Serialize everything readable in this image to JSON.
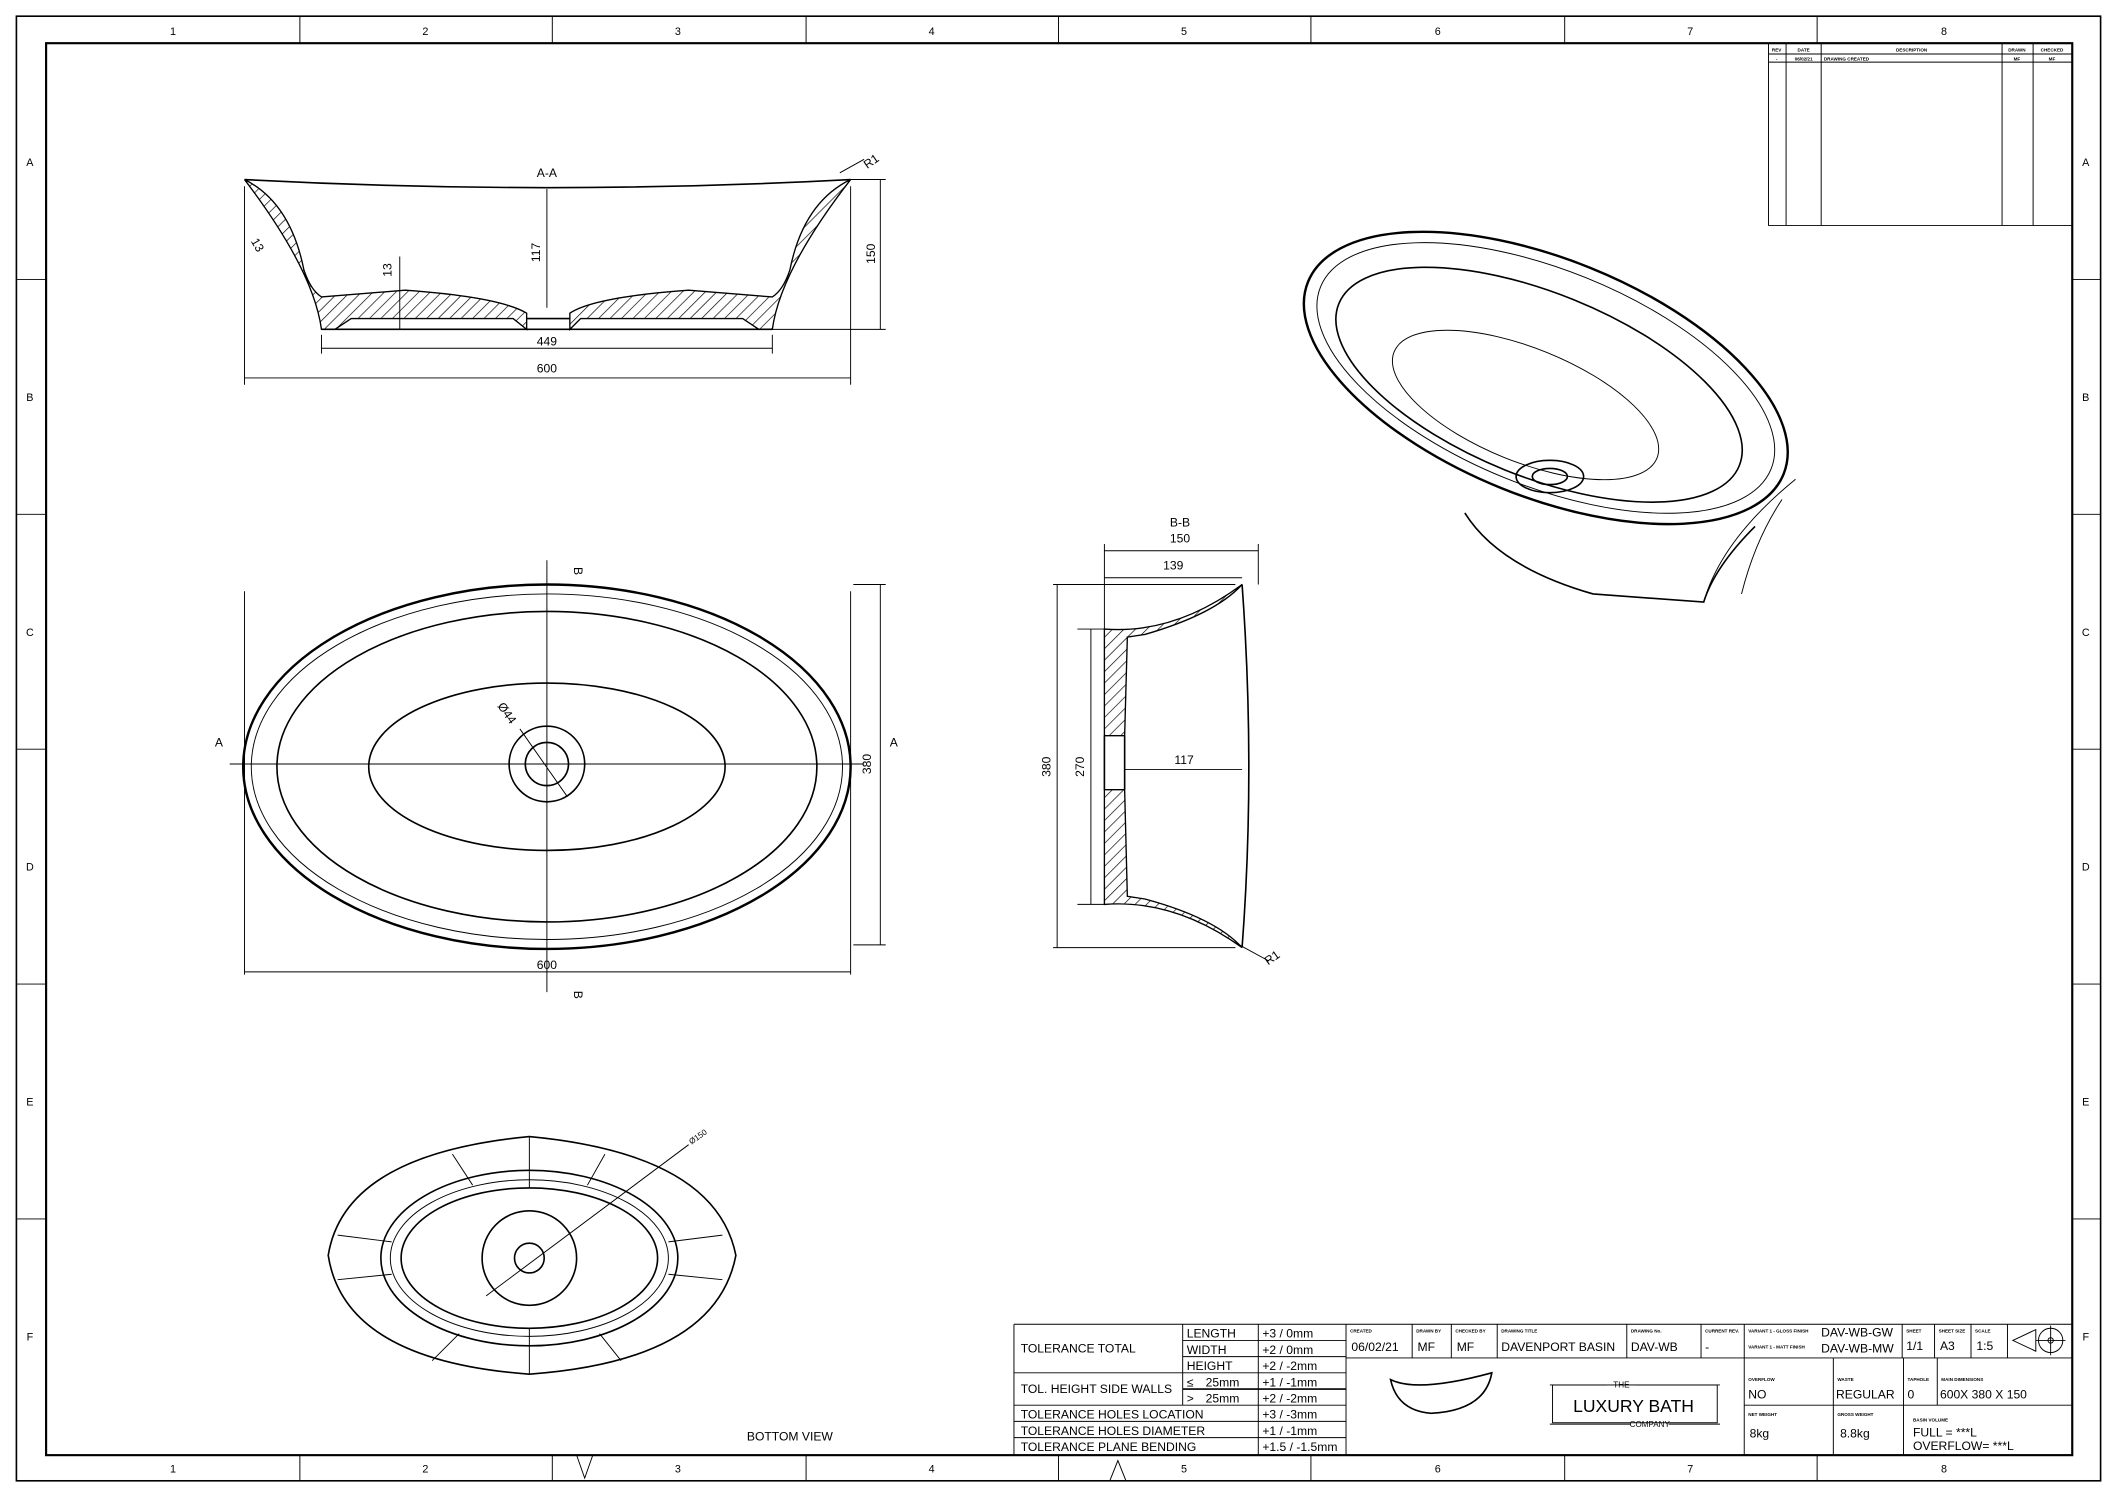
{
  "grid": {
    "columns": [
      "1",
      "2",
      "3",
      "4",
      "5",
      "6",
      "7",
      "8"
    ],
    "rows": [
      "A",
      "B",
      "C",
      "D",
      "E",
      "F"
    ]
  },
  "revision_table": {
    "headers": [
      "REV",
      "DATE",
      "DESCRIPTION",
      "DRAWN",
      "CHECKED"
    ],
    "rows": [
      [
        "-",
        "06/02/21",
        "DRAWING CREATED",
        "MF",
        "MF"
      ]
    ]
  },
  "views": {
    "section_aa": {
      "title": "A-A",
      "radius": "R1",
      "wall": "13",
      "base": "13",
      "depth": "117",
      "height": "150",
      "inner_width": "449",
      "width": "600"
    },
    "top_view": {
      "section_b": "B",
      "section_a": "A",
      "waste_dia": "Ø44",
      "width_dim": "380",
      "length_dim": "600"
    },
    "section_bb": {
      "title": "B-B",
      "overall": "150",
      "inner": "139",
      "width": "380",
      "inner_width": "270",
      "depth": "117",
      "radius": "R1"
    },
    "bottom_view": {
      "dia": "Ø150",
      "label": "BOTTOM VIEW"
    }
  },
  "tolerances": {
    "total_label": "TOLERANCE TOTAL",
    "total": [
      [
        "LENGTH",
        "+3 / 0mm"
      ],
      [
        "WIDTH",
        "+2 / 0mm"
      ],
      [
        "HEIGHT",
        "+2 / -2mm"
      ]
    ],
    "side_walls_label": "TOL. HEIGHT SIDE WALLS",
    "side_walls": [
      [
        "≤",
        "25mm",
        "+1 / -1mm"
      ],
      [
        ">",
        "25mm",
        "+2 / -2mm"
      ]
    ],
    "holes_location": [
      "TOLERANCE HOLES LOCATION",
      "+3 / -3mm"
    ],
    "holes_diameter": [
      "TOLERANCE HOLES DIAMETER",
      "+1 / -1mm"
    ],
    "plane_bending": [
      "TOLERANCE PLANE BENDING",
      "+1.5 / -1.5mm"
    ]
  },
  "title_block": {
    "created_label": "CREATED",
    "created": "06/02/21",
    "drawn_by_label": "DRAWN BY",
    "drawn_by": "MF",
    "checked_by_label": "CHECKED BY",
    "checked_by": "MF",
    "drawing_title_label": "DRAWING TITLE",
    "drawing_title": "DAVENPORT BASIN",
    "drawing_no_label": "DRAWING No.",
    "drawing_no": "DAV-WB",
    "current_rev_label": "CURRENT REV.",
    "current_rev": "-",
    "variant_gloss_label": "VARIANT 1 - GLOSS FINISH",
    "variant_gloss": "DAV-WB-GW",
    "variant_matt_label": "VARIANT 1 - MATT FINISH",
    "variant_matt": "DAV-WB-MW",
    "sheet_label": "SHEET",
    "sheet": "1/1",
    "sheet_size_label": "SHEET SIZE",
    "sheet_size": "A3",
    "scale_label": "SCALE",
    "scale": "1:5",
    "overflow_label": "OVERFLOW",
    "overflow": "NO",
    "waste_label": "WASTE",
    "waste": "REGULAR",
    "taphole_label": "TAPHOLE",
    "taphole": "0",
    "main_dims_label": "MAIN DIMENSIONS",
    "main_dims": "600X 380 X 150",
    "net_weight_label": "NET WEIGHT",
    "net_weight": "8kg",
    "gross_weight_label": "GROSS WEIGHT",
    "gross_weight": "8.8kg",
    "basin_volume_label": "BASIN VOLUME",
    "volume_full": "FULL = ***L",
    "volume_overflow": "OVERFLOW= ***L",
    "logo": {
      "the": "THE",
      "name": "LUXURY BATH",
      "company": "COMPANY"
    }
  }
}
